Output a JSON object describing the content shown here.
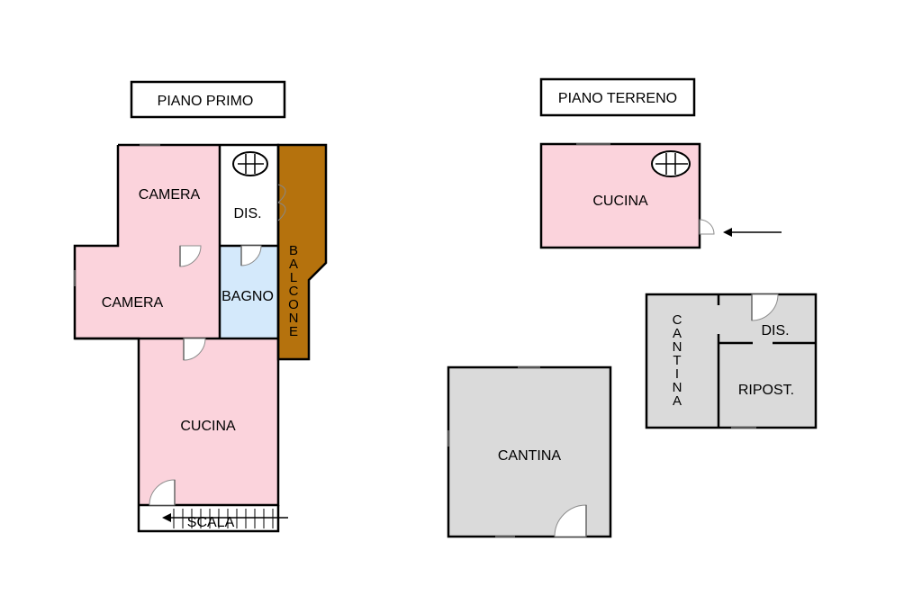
{
  "colors": {
    "room_pink": "#fbd3dc",
    "bathroom_blue": "#d4e9fb",
    "balcony_brown": "#b5720d",
    "cellar_gray": "#dadada",
    "corridor_white": "#ffffff"
  },
  "titles": {
    "first_floor": "PIANO PRIMO",
    "ground_floor": "PIANO TERRENO"
  },
  "first_floor": {
    "camera_top": "CAMERA",
    "dis": "DIS.",
    "balcone": [
      "B",
      "A",
      "L",
      "C",
      "O",
      "N",
      "E"
    ],
    "camera_left": "CAMERA",
    "bagno": "BAGNO",
    "cucina": "CUCINA",
    "scala": "SCALA"
  },
  "ground_floor": {
    "cucina": "CUCINA",
    "cantina_small": [
      "C",
      "A",
      "N",
      "T",
      "I",
      "N",
      "A"
    ],
    "dis": "DIS.",
    "ripost": "RIPOST.",
    "cantina_large": "CANTINA"
  },
  "icons": [
    "boiler-icon",
    "entrance-arrow-icon",
    "door-swing-icon",
    "stair-treads-icon"
  ]
}
